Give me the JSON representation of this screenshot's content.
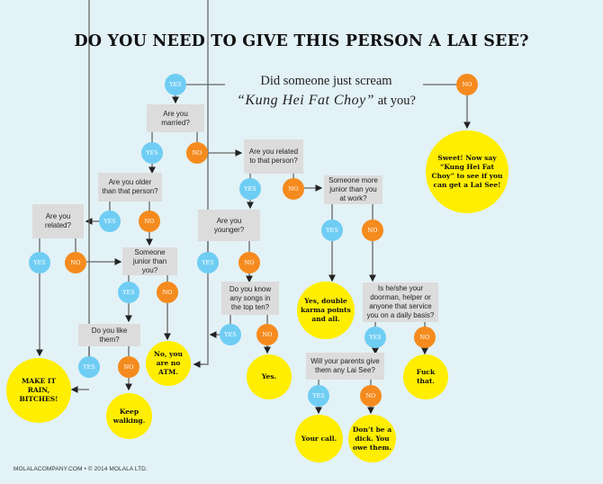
{
  "title": "DO YOU NEED TO GIVE THIS PERSON A LAI SEE?",
  "start_question": {
    "line1": "Did someone just scream",
    "kung": "“Kung Hei Fat Choy”",
    "line2_suffix": " at you?"
  },
  "labels": {
    "yes": "YES",
    "no": "NO"
  },
  "questions": {
    "married": "Are you married?",
    "related_to_person": "Are you related to that person?",
    "older": "Are you older than that person?",
    "related": "Are you related?",
    "junior_than_you": "Someone junior than you?",
    "like_them": "Do you like them?",
    "younger": "Are you younger?",
    "songs": "Do you know any songs in the top ten?",
    "junior_at_work": "Someone more junior than you at work?",
    "doorman": "Is he/she your doorman, helper or anyone that service you on a daily basis?",
    "parents": "Will your parents give them any Lai See?"
  },
  "outcomes": {
    "sweet": "Sweet! Now say “Kung Hei Fat Choy” to see if you can get a Lai See!",
    "make_it_rain": "MAKE IT RAIN, BITCHES!",
    "no_atm": "No, you are no ATM.",
    "keep_walking": "Keep walking.",
    "yes": "Yes.",
    "double_karma": "Yes, double karma points and all.",
    "fuck_that": "Fuck that.",
    "your_call": "Your call.",
    "dont_be_dick": "Don’t be a dick. You owe them."
  },
  "footer": "MOLALACOMPANY.COM • © 2014 MOLALA LTD.",
  "colors": {
    "background": "#e3f2f6",
    "yes": "#6fcdf4",
    "no": "#f58b1e",
    "outcome": "#ffee00",
    "question_box": "#dcdcdc",
    "line": "#555555"
  }
}
